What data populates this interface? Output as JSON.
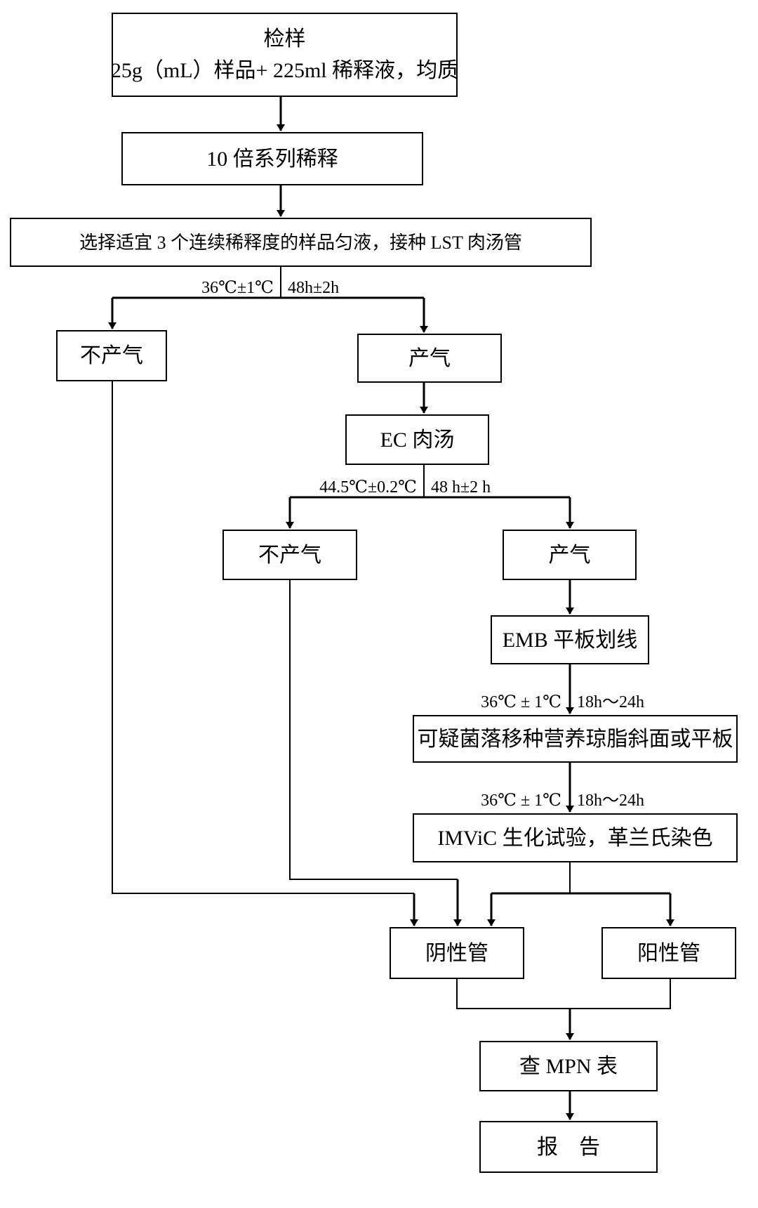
{
  "nodes": {
    "sample_title": "检样",
    "sample_detail": "25g（mL）样品+ 225ml 稀释液，均质",
    "dilution": "10 倍系列稀释",
    "inoculate": "选择适宜 3 个连续稀释度的样品匀液，接种 LST 肉汤管",
    "lst_no_gas": "不产气",
    "lst_gas": "产气",
    "ec_broth": "EC 肉汤",
    "ec_no_gas": "不产气",
    "ec_gas": "产气",
    "emb_streak": "EMB 平板划线",
    "transfer": "可疑菌落移种营养琼脂斜面或平板",
    "imvic": "IMViC 生化试验，革兰氏染色",
    "negative": "阴性管",
    "positive": "阳性管",
    "mpn_table": "查 MPN 表",
    "report": "报　告"
  },
  "conditions": {
    "lst_temp": "36℃±1℃",
    "lst_time": "48h±2h",
    "ec_temp": "44.5℃±0.2℃",
    "ec_time": "48 h±2 h",
    "emb_temp": "36℃ ± 1℃",
    "emb_time": "18h～24h",
    "transfer_temp": "36℃ ± 1℃",
    "transfer_time": "18h～24h"
  }
}
